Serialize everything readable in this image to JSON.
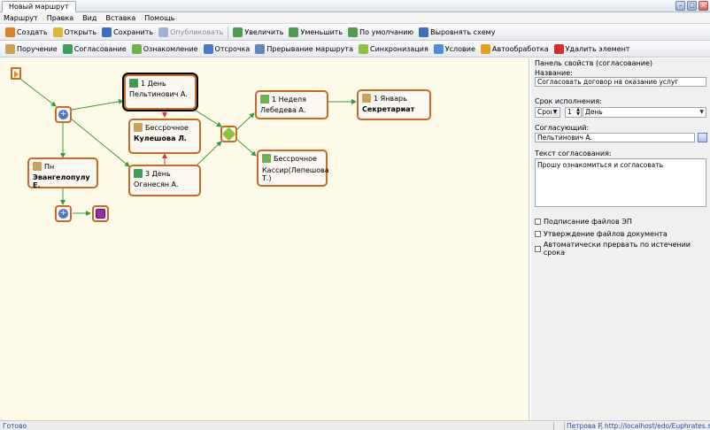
{
  "window": {
    "tab_title": "Новый маршрут"
  },
  "menu": [
    "Маршрут",
    "Правка",
    "Вид",
    "Вставка",
    "Помощь"
  ],
  "toolbar1": [
    {
      "label": "Создать",
      "icon": "create-icon",
      "color": "#d9822b"
    },
    {
      "label": "Открыть",
      "icon": "open-folder-icon",
      "color": "#e0b43a"
    },
    {
      "label": "Сохранить",
      "icon": "save-icon",
      "color": "#3c6cc4"
    },
    {
      "label": "Опубликовать",
      "icon": "publish-icon",
      "color": "#9fb2d2",
      "disabled": true
    },
    {
      "label": "Увеличить",
      "icon": "zoom-in-icon",
      "color": "#4f9b4f"
    },
    {
      "label": "Уменьшить",
      "icon": "zoom-out-icon",
      "color": "#4f9b4f"
    },
    {
      "label": "По умолчанию",
      "icon": "zoom-default-icon",
      "color": "#4f9b4f"
    },
    {
      "label": "Выровнять схему",
      "icon": "align-scheme-icon",
      "color": "#3f6fb8"
    }
  ],
  "toolbar2": [
    {
      "label": "Поручение",
      "icon": "task-icon",
      "color": "#c9a15a"
    },
    {
      "label": "Согласование",
      "icon": "approval-icon",
      "color": "#3f9c5a"
    },
    {
      "label": "Ознакомление",
      "icon": "acquaint-icon",
      "color": "#6fb04f"
    },
    {
      "label": "Отсрочка",
      "icon": "delay-icon",
      "color": "#4f78c4"
    },
    {
      "label": "Прерывание маршрута",
      "icon": "route-break-icon",
      "color": "#6a86b8"
    },
    {
      "label": "Синхронизация",
      "icon": "sync-icon",
      "color": "#8cc03f"
    },
    {
      "label": "Условие",
      "icon": "condition-icon",
      "color": "#4f8fd6"
    },
    {
      "label": "Автообработка",
      "icon": "auto-process-icon",
      "color": "#e0a020"
    },
    {
      "label": "Удалить элемент",
      "icon": "delete-element-icon",
      "color": "#d23030"
    }
  ],
  "nodes": {
    "pn": {
      "term": "Пн",
      "who": "Эвангелопулу Е."
    },
    "day1": {
      "term": "1 День",
      "who": "Пельтинович А."
    },
    "endless1": {
      "term": "Бессрочное",
      "who": "Кулешова Л."
    },
    "day3": {
      "term": "3 День",
      "who": "Оганесян А."
    },
    "week1": {
      "term": "1 Неделя",
      "who": "Лебедева А."
    },
    "jan1": {
      "term": "1 Январь",
      "who": "Секретариат"
    },
    "endless2": {
      "term": "Бессрочное",
      "who": "Кассир(Лепешова Т.)"
    }
  },
  "panel": {
    "header": "Панель свойств (согласование)",
    "name_label": "Название:",
    "name_value": "Согласовать договор на оказание услуг",
    "deadline_label": "Срок исполнения:",
    "deadline_type": "Срок",
    "deadline_count": "1",
    "deadline_unit": "День",
    "approver_label": "Согласующий:",
    "approver_value": "Пельтинович А.",
    "text_label": "Текст согласования:",
    "text_value": "Прошу ознакомиться и согласовать",
    "checks": [
      {
        "label": "Подписание файлов ЭП"
      },
      {
        "label": "Утверждение файлов документа"
      },
      {
        "label": "Автоматически прервать по истечении срока"
      }
    ]
  },
  "status": {
    "state": "Готово",
    "user": "Петрова Р.",
    "url": "http://localhost/edo/Euphrates.svc/"
  },
  "colors": {
    "canvas_bg": "#fefce8",
    "node_border": "#c9692a",
    "flow_green": "#3a9a3a",
    "flow_red": "#d23a3a"
  }
}
